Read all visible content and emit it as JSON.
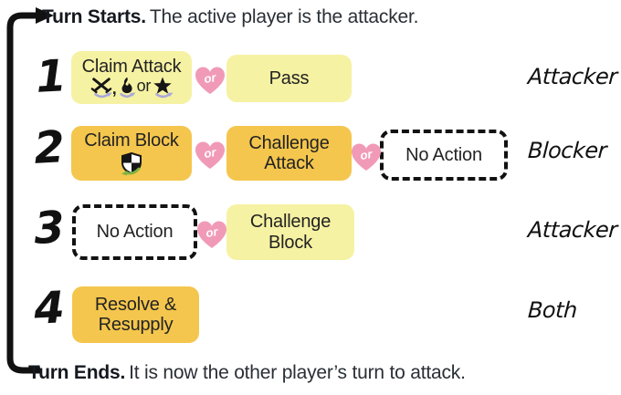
{
  "header": {
    "lead": "Turn Starts.",
    "text": "The active player is the attacker."
  },
  "footer": {
    "lead": "Turn Ends.",
    "text": "It is now the other player’s turn to attack."
  },
  "attack_icons": {
    "separator": ",",
    "conjunction": "or",
    "names": [
      "crossed-swords-icon",
      "flame-icon",
      "star-icon"
    ]
  },
  "steps": [
    {
      "number": "1",
      "role": "Attacker",
      "boxes": [
        {
          "label": "Claim Attack"
        },
        {
          "label": "Pass"
        }
      ],
      "connectors": [
        "or"
      ]
    },
    {
      "number": "2",
      "role": "Blocker",
      "boxes": [
        {
          "label": "Claim Block"
        },
        {
          "label": "Challenge Attack"
        },
        {
          "label": "No Action"
        }
      ],
      "connectors": [
        "or",
        "or"
      ]
    },
    {
      "number": "3",
      "role": "Attacker",
      "boxes": [
        {
          "label": "No Action"
        },
        {
          "label": "Challenge Block"
        }
      ],
      "connectors": [
        "or"
      ]
    },
    {
      "number": "4",
      "role": "Both",
      "boxes": [
        {
          "label": "Resolve & Resupply"
        }
      ],
      "connectors": []
    }
  ],
  "colors": {
    "light_yellow": "#f6f2a3",
    "gold": "#f4c64d",
    "heart_pink": "#f19ab8",
    "swoosh_lavender": "#a9a9d9",
    "swoosh_green": "#7cb342",
    "ink": "#1c1c1c"
  }
}
